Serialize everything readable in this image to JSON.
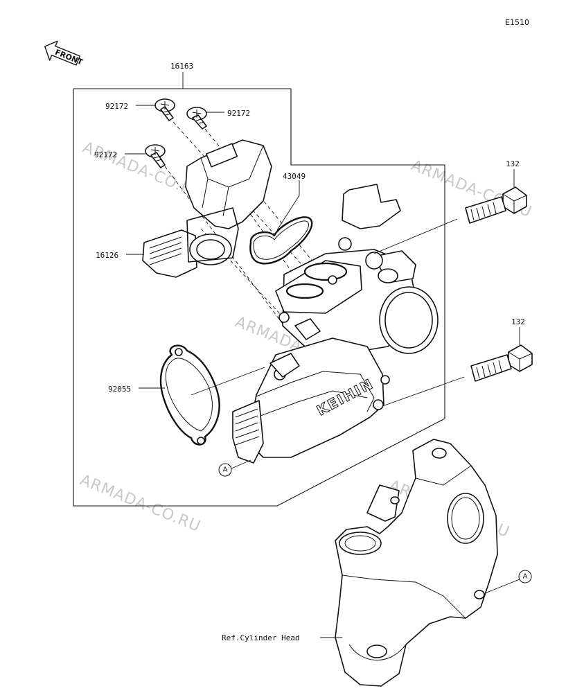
{
  "diagram_code": "E1510",
  "front_arrow": {
    "label": "FRONT",
    "icon": "front-direction-arrow-icon"
  },
  "watermark": "ARMADA-CO.RU",
  "callout_letter": "A",
  "ref_label": "Ref.Cylinder Head",
  "parts": {
    "assembly": "16163",
    "screw_a": "92172",
    "screw_b": "92172",
    "screw_c": "92172",
    "gasket_top": "43049",
    "sensor": "16126",
    "gasket_side": "92055",
    "bolt_upper": "132",
    "bolt_lower": "132"
  },
  "brand_marking": "KEIHIN",
  "icons": {
    "throttle_body": "throttle-body-icon",
    "bolt": "flange-bolt-icon",
    "screw": "pan-head-screw-icon",
    "gasket": "gasket-icon",
    "sensor": "sensor-connector-icon",
    "intake": "intake-manifold-icon"
  }
}
